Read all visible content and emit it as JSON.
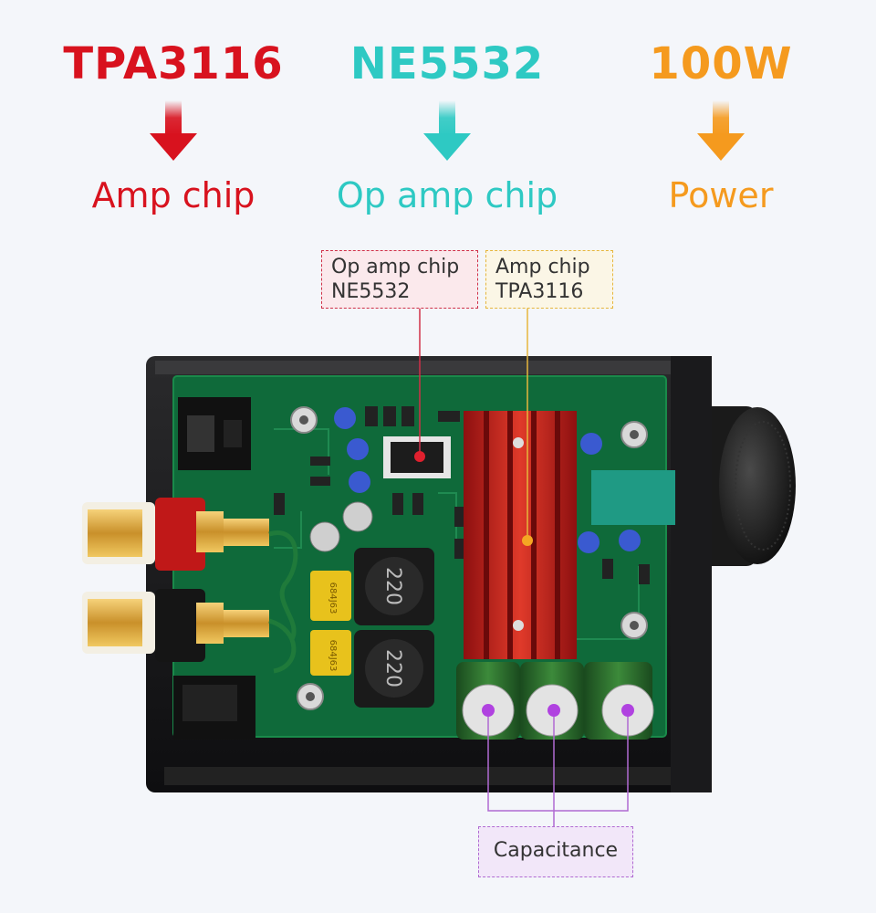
{
  "features": [
    {
      "value": "TPA3116",
      "label": "Amp chip",
      "color": "#d8121e"
    },
    {
      "value": "NE5532",
      "label": "Op amp chip",
      "color": "#2ec9c3"
    },
    {
      "value": "100W",
      "label": "Power",
      "color": "#f59a1e"
    }
  ],
  "callouts": {
    "op_amp": {
      "line1": "Op amp chip",
      "line2": "NE5532",
      "color": "#d03048"
    },
    "amp": {
      "line1": "Amp chip",
      "line2": "TPA3116",
      "color": "#e6b63c"
    },
    "capacitance": {
      "label": "Capacitance",
      "color": "#b06ad2"
    }
  },
  "board_labels": {
    "inductor1": "220",
    "inductor2": "220",
    "cap1": "684J63",
    "cap2": "684J63"
  }
}
